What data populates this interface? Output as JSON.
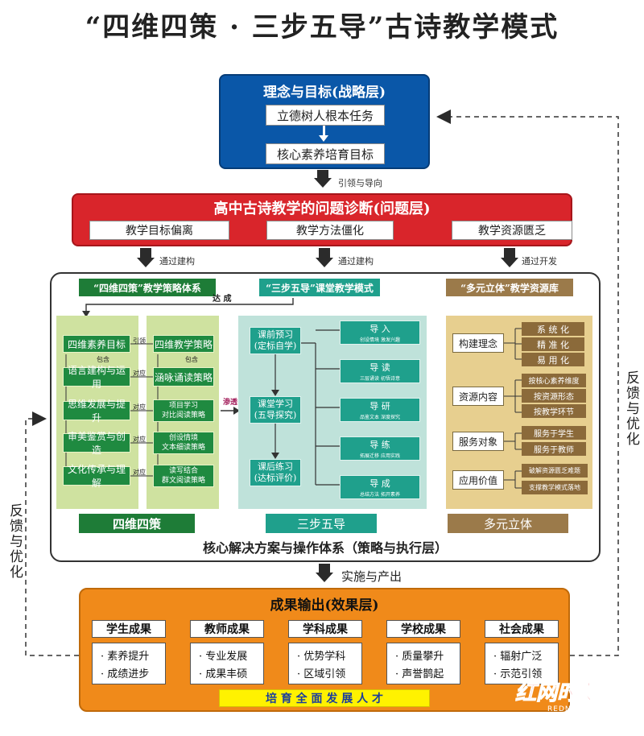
{
  "title": "“四维四策 · 三步五导”古诗教学模式",
  "strategy": {
    "title": "理念与目标(战略层)",
    "box1": "立德树人根本任务",
    "box2": "核心素养培育目标"
  },
  "label_guide": "引领与导向",
  "problem": {
    "title": "高中古诗教学的问题诊断(问题层)",
    "items": [
      "教学目标偏离",
      "教学方法僵化",
      "教学资源匮乏"
    ]
  },
  "label_build1": "通过建构",
  "label_build2": "通过建构",
  "label_develop": "通过开发",
  "core": {
    "title": "核心解决方案与操作体系（策略与执行层）",
    "left_head": "“四维四策”教学策略体系",
    "mid_head": "“三步五导”课堂教学模式",
    "right_head": "“多元立体”教学资源库",
    "reach": "达 成",
    "seep": "渗透",
    "left": {
      "goal": "四维素养目标",
      "lead": "引领",
      "strategy": "四维教学策略",
      "include_a": "包含",
      "include_b": "包含",
      "pairs": [
        {
          "l": "语言建构与运用",
          "c": "对应",
          "r": "涵咏诵读策略"
        },
        {
          "l": "思维发展与提升",
          "c": "对应",
          "r": "项目学习\n对比阅读策略"
        },
        {
          "l": "审美鉴赏与创造",
          "c": "对应",
          "r": "创设情境\n文本细读策略"
        },
        {
          "l": "文化传承与理解",
          "c": "对应",
          "r": "读写结合\n群文阅读策略"
        }
      ],
      "foot": "四维四策"
    },
    "mid": {
      "steps": [
        "课前预习\n(定标自学)",
        "课堂学习\n(五导探究)",
        "课后练习\n(达标评价)"
      ],
      "guides": [
        {
          "t": "导 入",
          "s": "创设情境  激发兴趣"
        },
        {
          "t": "导 读",
          "s": "三层诵读  初悟诗意"
        },
        {
          "t": "导 研",
          "s": "品鉴文本  深度探究"
        },
        {
          "t": "导 练",
          "s": "拓展迁移  应用实践"
        },
        {
          "t": "导 成",
          "s": "总结方法  拓开素养"
        }
      ],
      "foot": "三步五导"
    },
    "right": {
      "groups": [
        {
          "k": "构建理念",
          "items": [
            "系 统 化",
            "精 准 化",
            "易 用 化"
          ]
        },
        {
          "k": "资源内容",
          "items": [
            "按核心素养维度",
            "按资源形态",
            "按教学环节"
          ]
        },
        {
          "k": "服务对象",
          "items": [
            "服务于学生",
            "服务于教师"
          ]
        },
        {
          "k": "应用价值",
          "items": [
            "破解资源匮乏难题",
            "支撑教学模式落地"
          ]
        }
      ],
      "foot": "多元立体"
    }
  },
  "label_implement": "实施与产出",
  "result": {
    "title": "成果输出(效果层)",
    "cols": [
      {
        "h": "学生成果",
        "a": "· 素养提升",
        "b": "· 成绩进步"
      },
      {
        "h": "教师成果",
        "a": "· 专业发展",
        "b": "· 成果丰硕"
      },
      {
        "h": "学科成果",
        "a": "· 优势学科",
        "b": "· 区域引领"
      },
      {
        "h": "学校成果",
        "a": "· 质量攀升",
        "b": "· 声誉鹊起"
      },
      {
        "h": "社会成果",
        "a": "· 辐射广泛",
        "b": "· 示范引领"
      }
    ],
    "banner": "培 育 全 面 发 展 人 才"
  },
  "feedback_left": "反馈与优化",
  "feedback_right": "反馈与优化",
  "watermark": {
    "main": "红网时刻",
    "sub": "REDNET.CN"
  },
  "colors": {
    "strategy_blue": "#0a57a8",
    "problem_red": "#d9252b",
    "result_orange": "#f08a1a",
    "green": "#1e7c37",
    "teal": "#1fa08c",
    "tan": "#9b7a4a",
    "banner_yellow": "#fff200"
  }
}
